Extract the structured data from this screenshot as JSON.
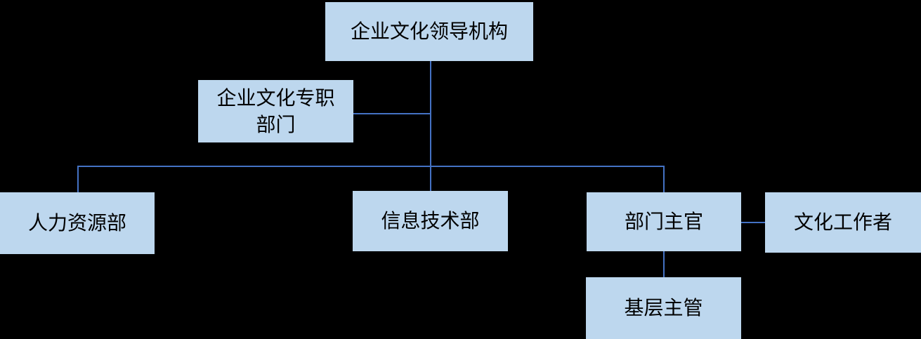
{
  "colors": {
    "background": "#000000",
    "node_fill": "#BDD7EE",
    "node_text": "#000000",
    "connector_line": "#4472C4"
  },
  "nodes": {
    "culture_leadership": {
      "label": "企业文化领导机构"
    },
    "culture_department": {
      "label": "企业文化专职\n部门"
    },
    "hr_department": {
      "label": "人力资源部"
    },
    "it_department": {
      "label": "信息技术部"
    },
    "department_head": {
      "label": "部门主官"
    },
    "culture_worker": {
      "label": "文化工作者"
    },
    "grassroots_supervisor": {
      "label": "基层主管"
    }
  },
  "edges": [
    {
      "from": "culture_leadership",
      "to": "hr_department"
    },
    {
      "from": "culture_leadership",
      "to": "it_department"
    },
    {
      "from": "culture_leadership",
      "to": "department_head"
    },
    {
      "from": "culture_leadership",
      "to": "culture_department",
      "style": "side-link"
    },
    {
      "from": "department_head",
      "to": "culture_worker",
      "style": "side-link"
    },
    {
      "from": "department_head",
      "to": "grassroots_supervisor"
    }
  ]
}
